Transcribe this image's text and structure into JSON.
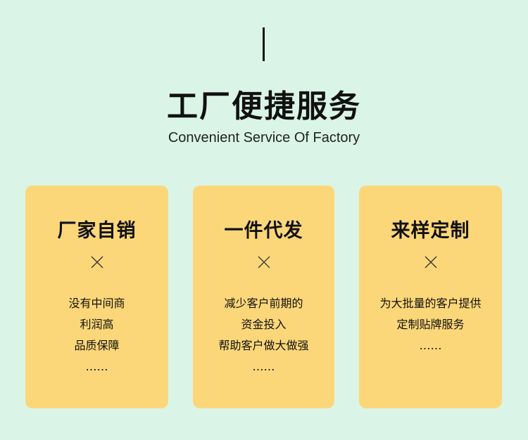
{
  "header": {
    "title": "工厂便捷服务",
    "subtitle": "Convenient Service Of Factory"
  },
  "cards": [
    {
      "title": "厂家自销",
      "icon": "close-icon",
      "lines": [
        "没有中间商",
        "利润高",
        "品质保障",
        "……"
      ]
    },
    {
      "title": "一件代发",
      "icon": "close-icon",
      "lines": [
        "减少客户前期的",
        "资金投入",
        "帮助客户做大做强",
        "……"
      ]
    },
    {
      "title": "来样定制",
      "icon": "close-icon",
      "lines": [
        "为大批量的客户提供",
        "定制贴牌服务",
        "……"
      ]
    }
  ],
  "colors": {
    "background": "#daf5e7",
    "card": "#fcd779",
    "text": "#111111"
  }
}
